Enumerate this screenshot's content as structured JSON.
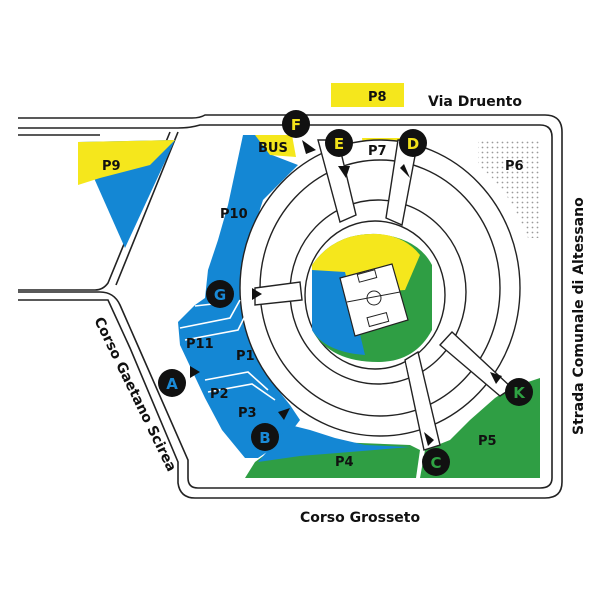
{
  "colors": {
    "blue": "#1487d4",
    "yellow": "#f5e71c",
    "green": "#2f9e44",
    "road_stroke": "#222222",
    "gate_circle": "#111111",
    "field": "#ffffff",
    "dots": "#999999"
  },
  "roads": {
    "top": "Via Druento",
    "right": "Strada Comunale di Altessano",
    "bottom": "Corso Grosseto",
    "left": "Corso Gaetano Scirea"
  },
  "parkings": {
    "p1": "P1",
    "p2": "P2",
    "p3": "P3",
    "p4": "P4",
    "p5": "P5",
    "p6": "P6",
    "p7": "P7",
    "p8": "P8",
    "p9": "P9",
    "p10": "P10",
    "p11": "P11",
    "bus": "BUS"
  },
  "gates": {
    "a": "A",
    "b": "B",
    "c": "C",
    "d": "D",
    "e": "E",
    "f": "F",
    "g": "G",
    "k": "K"
  }
}
